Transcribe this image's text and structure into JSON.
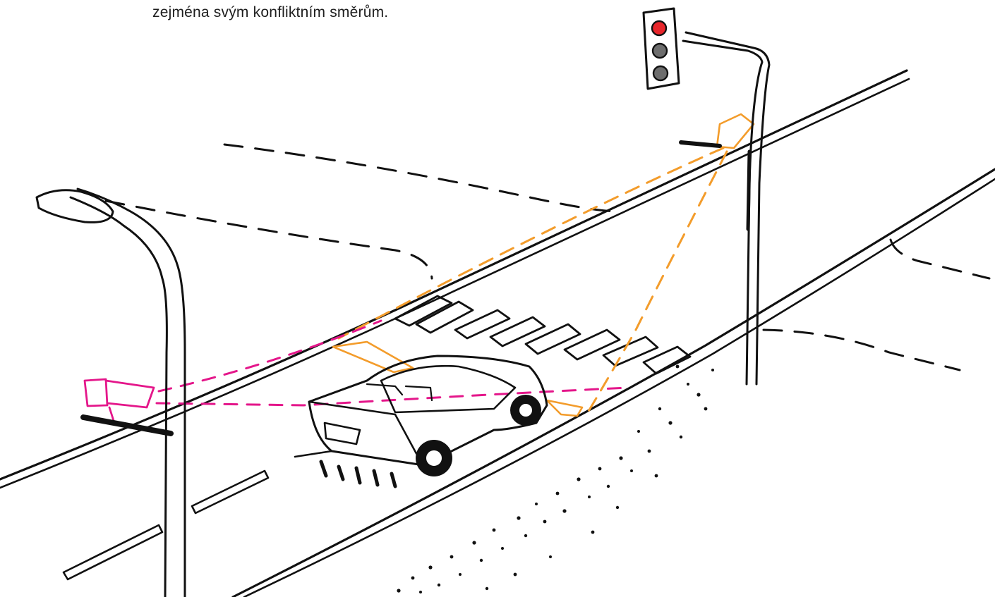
{
  "caption": {
    "text": "zejména svým konfliktním směrům."
  },
  "traffic_light": {
    "lamps": [
      {
        "name": "red-lamp",
        "color": "#e8262b"
      },
      {
        "name": "amber-lamp",
        "color": "#6d6d6d"
      },
      {
        "name": "green-lamp",
        "color": "#6d6d6d"
      }
    ]
  },
  "colors": {
    "ink": "#111111",
    "detector_orange": "#f39c2b",
    "camera_magenta": "#e4168a",
    "red_signal": "#e8262b"
  }
}
